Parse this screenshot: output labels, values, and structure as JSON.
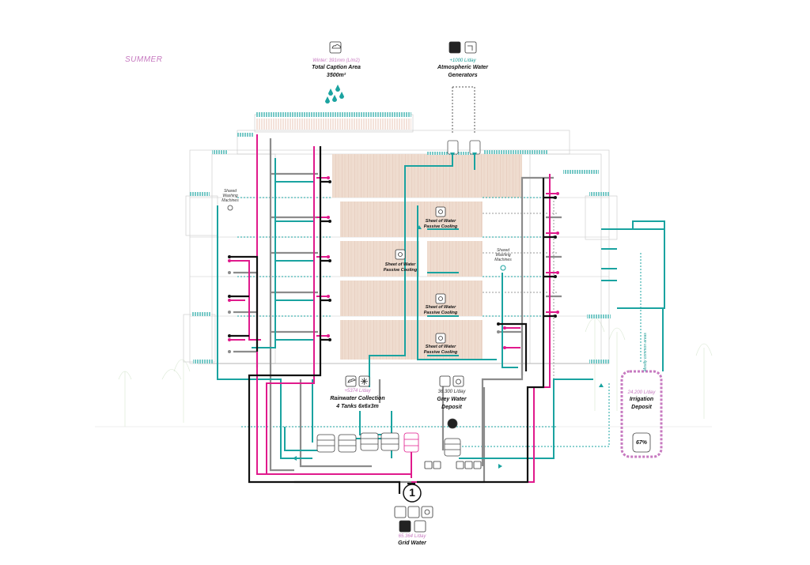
{
  "season": "SUMMER",
  "colors": {
    "rain": "#1aa3a0",
    "grid": "#e01a8c",
    "grey": "#8c8c8c",
    "black": "#111111",
    "accent_text": "#c77ac0",
    "cyan_text": "#1a9b95",
    "floor": "#ecd9cc"
  },
  "caption": {
    "icon": "rain-cloud-icon",
    "value": "Winter: 391mm (L/m2)",
    "title": "Total Caption Area",
    "area": "3500m²"
  },
  "generators": {
    "icons": [
      "hand-water-icon",
      "water-tap-icon"
    ],
    "value": "+1000 L/day",
    "title": "Atmospheric Water",
    "title2": "Generators"
  },
  "sheets": [
    {
      "title": "Sheet of Water",
      "sub": "Passive Cooling"
    },
    {
      "title": "Sheet of Water",
      "sub": "Passive Cooling"
    },
    {
      "title": "Sheet of Water",
      "sub": "Passive Cooling"
    },
    {
      "title": "Sheet of Water",
      "sub": "Passive Cooling"
    }
  ],
  "machines": {
    "left": [
      "Shared",
      "Washing",
      "Machines"
    ],
    "right": [
      "Shared",
      "Washing",
      "Machines"
    ]
  },
  "rainwater": {
    "icons": [
      "rain-cloud-icon",
      "snowflake-icon"
    ],
    "value": "+5374 L/day",
    "title": "Rainwater Collection",
    "sub": "4 Tanks 6x6x3m"
  },
  "greywater": {
    "icons": [
      "tap-icon",
      "washing-machine-icon"
    ],
    "value": "36.300 L/day",
    "title": "Grey Water",
    "title2": "Deposit"
  },
  "irrigation": {
    "value": "24.200 L/day",
    "title": "Irrigation",
    "title2": "Deposit",
    "tank_level": "67%",
    "common_areas": "Mostly common areas"
  },
  "grid": {
    "number": "1",
    "icons": [
      "tap-icon",
      "water-tap-icon",
      "washing-machine-icon",
      "broom-icon",
      "toilet-icon"
    ],
    "value": "65.364 L/day",
    "title": "Grid Water"
  }
}
